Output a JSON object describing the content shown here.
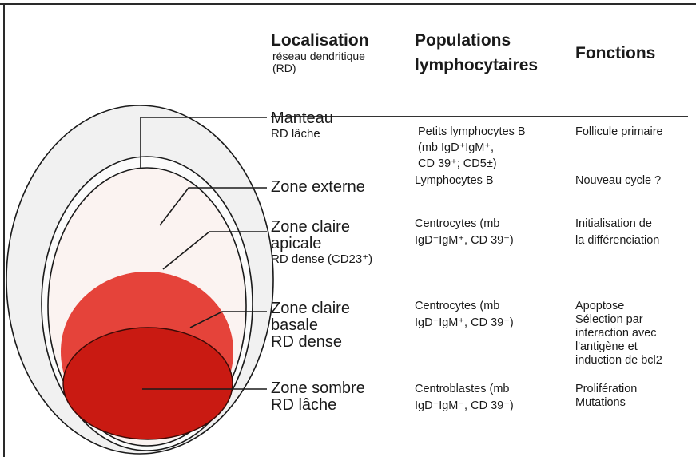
{
  "headers": {
    "localisation": "Localisation",
    "localisation_sub_1": "réseau dendritique",
    "localisation_sub_2": "(RD)",
    "populations_1": "Populations",
    "populations_2": "lymphocytaires",
    "fonctions": "Fonctions"
  },
  "rows": [
    {
      "zone": [
        "Manteau"
      ],
      "rd": "RD lâche",
      "population": [
        "Petits lymphocytes B",
        "(mb IgD⁺IgM⁺,",
        "CD 39⁺; CD5±)"
      ],
      "fonction": [
        "Follicule primaire"
      ]
    },
    {
      "zone": [
        "Zone externe"
      ],
      "rd": "",
      "population": [
        "Lymphocytes B"
      ],
      "fonction": [
        "Nouveau cycle ?"
      ]
    },
    {
      "zone": [
        "Zone claire",
        "apicale"
      ],
      "rd": "RD dense (CD23⁺)",
      "population": [
        "Centrocytes (mb",
        "IgD⁻IgM⁺, CD 39⁻)"
      ],
      "fonction": [
        "Initialisation de",
        "la différenciation"
      ]
    },
    {
      "zone": [
        "Zone claire",
        "basale"
      ],
      "rd": "RD dense",
      "population": [
        "Centrocytes (mb",
        "IgD⁻IgM⁺, CD 39⁻)"
      ],
      "fonction": [
        "Apoptose",
        "Sélection par",
        "interaction avec",
        "l'antigène et",
        "induction de bcl2"
      ]
    },
    {
      "zone": [
        "Zone sombre"
      ],
      "rd": "RD lâche",
      "population": [
        "Centroblastes (mb",
        "IgD⁻IgM⁻, CD 39⁻)"
      ],
      "fonction": [
        "Prolifération",
        "Mutations"
      ]
    }
  ],
  "colors": {
    "mantle": "#f1f1f1",
    "outer_zone": "#fbfbfb",
    "light_apical": "#fbf3f1",
    "light_basal": "#e5433a",
    "dark_zone": "#c91a12",
    "line": "#1a1a1a"
  }
}
